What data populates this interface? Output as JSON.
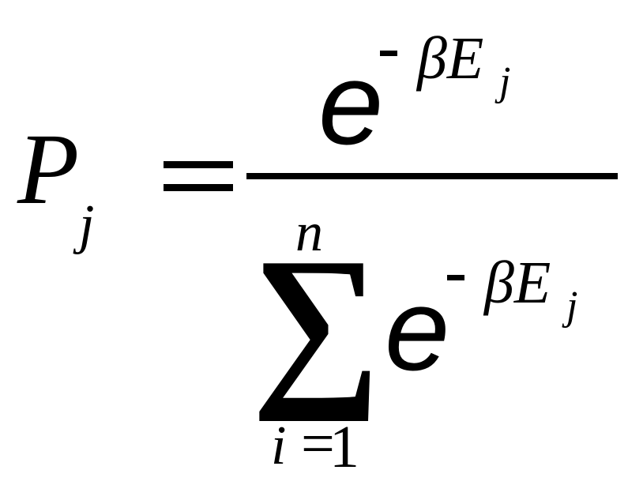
{
  "formula": {
    "lhs": {
      "symbol": "P",
      "subscript": "j"
    },
    "relation": "=",
    "numerator": {
      "base": "e",
      "exponent_sign": "-",
      "exponent_body": "βE",
      "exponent_subscript": "j"
    },
    "denominator": {
      "operator": "∑",
      "upper_limit": "n",
      "lower_index": "i",
      "lower_equals": "=",
      "lower_value": "1",
      "term": {
        "base": "e",
        "exponent_sign": "-",
        "exponent_body": "βE",
        "exponent_subscript": "j"
      }
    }
  }
}
